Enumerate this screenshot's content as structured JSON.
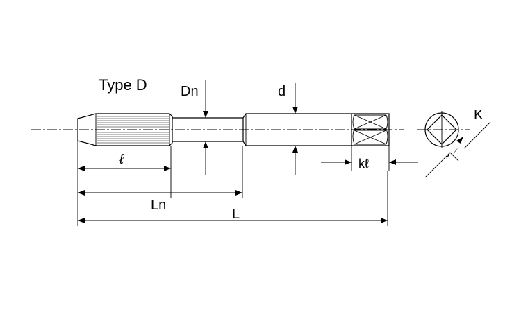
{
  "title": "Type D",
  "labels": {
    "Dn": "Dn",
    "d": "d",
    "K": "K",
    "thread_length": "ℓ",
    "Ln": "Ln",
    "L": "L",
    "square_length": "kℓ"
  }
}
